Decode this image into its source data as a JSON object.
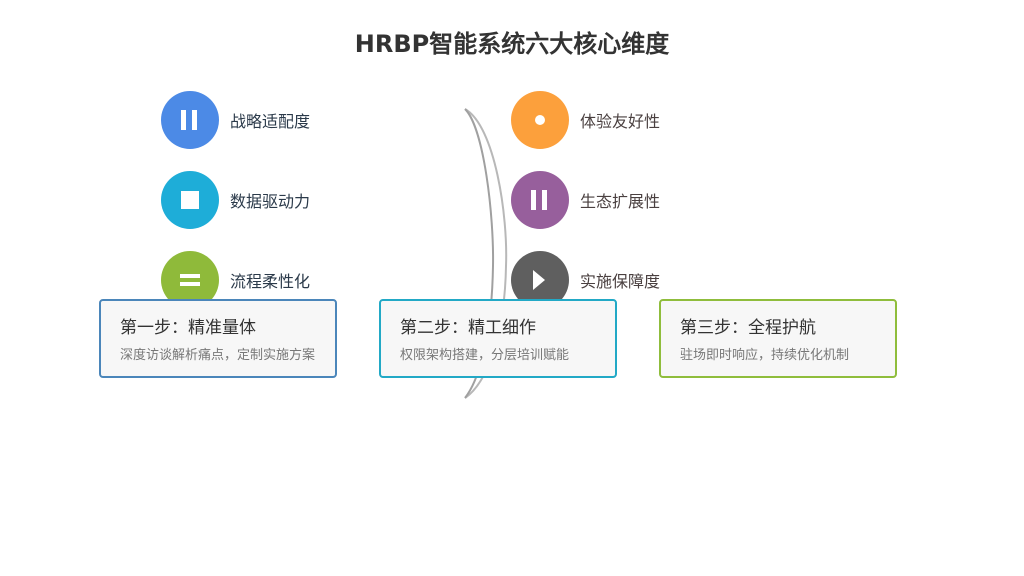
{
  "title": "HRBP智能系统六大核心维度",
  "dimensions_left": [
    {
      "label": "战略适配度",
      "icon": "pause-icon",
      "color": "#4c8ae6"
    },
    {
      "label": "数据驱动力",
      "icon": "square-icon",
      "color": "#1eadd8"
    },
    {
      "label": "流程柔性化",
      "icon": "equals-icon",
      "color": "#8fba3a"
    }
  ],
  "dimensions_right": [
    {
      "label": "体验友好性",
      "icon": "dot-icon",
      "color": "#fca03c"
    },
    {
      "label": "生态扩展性",
      "icon": "pause-icon",
      "color": "#975f9c"
    },
    {
      "label": "实施保障度",
      "icon": "play-icon",
      "color": "#5f5f5f"
    }
  ],
  "steps": [
    {
      "title": "第一步：精准量体",
      "desc": "深度访谈解析痛点，定制实施方案",
      "color": "#4b86ba"
    },
    {
      "title": "第二步：精工细作",
      "desc": "权限架构搭建，分层培训赋能",
      "color": "#22a9c6"
    },
    {
      "title": "第三步：全程护航",
      "desc": "驻场即时响应，持续优化机制",
      "color": "#8fbd3c"
    }
  ]
}
